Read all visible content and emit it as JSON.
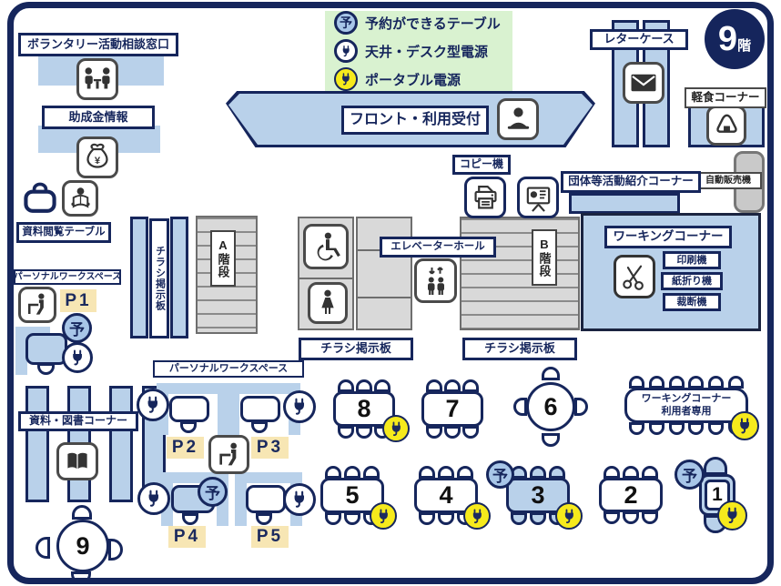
{
  "floor_badge": {
    "number": "9",
    "suffix": "階"
  },
  "legend": {
    "reserve_label": "予約ができるテーブル",
    "desk_power_label": "天井・デスク型電源",
    "portable_power_label": "ポータブル電源"
  },
  "badges": {
    "reserve_char": "予"
  },
  "labels": {
    "volunteer_counter": "ボランタリー活動相談窓口",
    "grant_info": "助成金情報",
    "document_table": "資料閲覧テーブル",
    "front_desk": "フロント・利用受付",
    "letter_case": "レターケース",
    "snack_corner": "軽食コーナー",
    "vending_machine": "自動販売機",
    "copy_machine": "コピー機",
    "group_intro": "団体等活動紹介コーナー",
    "working_corner": "ワーキングコーナー",
    "printer_machine": "印刷機",
    "paper_folder": "紙折り機",
    "cutter": "裁断機",
    "flyer_board": "チラシ掲示板",
    "stairs_a": "A階段",
    "stairs_b": "B階段",
    "elevator_hall": "エレベーターホール",
    "library": "資料・図書コーナー",
    "personal_workspace": "パーソナルワークスペース"
  },
  "workspaces": [
    {
      "id": "P1",
      "label": "P1",
      "reserved": true,
      "power": "desk"
    },
    {
      "id": "P2",
      "label": "P2",
      "reserved": false,
      "power": "desk"
    },
    {
      "id": "P3",
      "label": "P3",
      "reserved": false,
      "power": "desk"
    },
    {
      "id": "P4",
      "label": "P4",
      "reserved": true,
      "power": "desk"
    },
    {
      "id": "P5",
      "label": "P5",
      "reserved": false,
      "power": "desk"
    }
  ],
  "tables": [
    {
      "id": "t8",
      "number": "8",
      "reserved": false,
      "power": "portable"
    },
    {
      "id": "t7",
      "number": "7",
      "reserved": false,
      "power": null
    },
    {
      "id": "t6",
      "number": "6",
      "reserved": false,
      "power": null
    },
    {
      "id": "tu",
      "number": "",
      "reserved": false,
      "power": "portable",
      "label_line1": "ワーキングコーナー",
      "label_line2": "利用者専用"
    },
    {
      "id": "t5",
      "number": "5",
      "reserved": false,
      "power": "portable"
    },
    {
      "id": "t4",
      "number": "4",
      "reserved": false,
      "power": "portable"
    },
    {
      "id": "t3",
      "number": "3",
      "reserved": true,
      "power": "portable"
    },
    {
      "id": "t2",
      "number": "2",
      "reserved": false,
      "power": null
    },
    {
      "id": "t1",
      "number": "1",
      "reserved": true,
      "power": "portable"
    },
    {
      "id": "t9",
      "number": "9",
      "reserved": false,
      "power": null
    }
  ],
  "colors": {
    "navy": "#16265c",
    "light_blue": "#b9d1ea",
    "legend_green": "#d9f2d0",
    "portable_yellow": "#f6ea1c",
    "reserve_blue": "#a8c6e8",
    "workspace_tag_tan": "#f7e6b4"
  }
}
